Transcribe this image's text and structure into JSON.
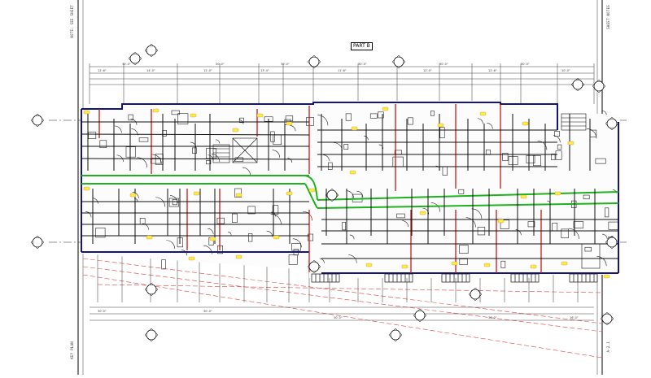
{
  "sheet": {
    "part_tag": "PART B",
    "side_notes": {
      "left_top": "NOTE: SEE SHEET",
      "left_bottom": "KEY PLAN",
      "right_top": "SHEET NOTES",
      "right_bottom": "A-2.1"
    }
  },
  "colors": {
    "ink": "#111111",
    "corridor": "#1fb21f",
    "exterior_wall": "#14147a",
    "demising_wall": "#c41a1a",
    "tag_fill": "#ffe94d",
    "grid_red": "#e04040",
    "dim_line": "#555555"
  },
  "icons": {
    "grid_bubble": "circle-diamond-icon",
    "keynote": "yellow-tag-icon",
    "stair": "stair-icon",
    "door": "door-swing-icon"
  }
}
